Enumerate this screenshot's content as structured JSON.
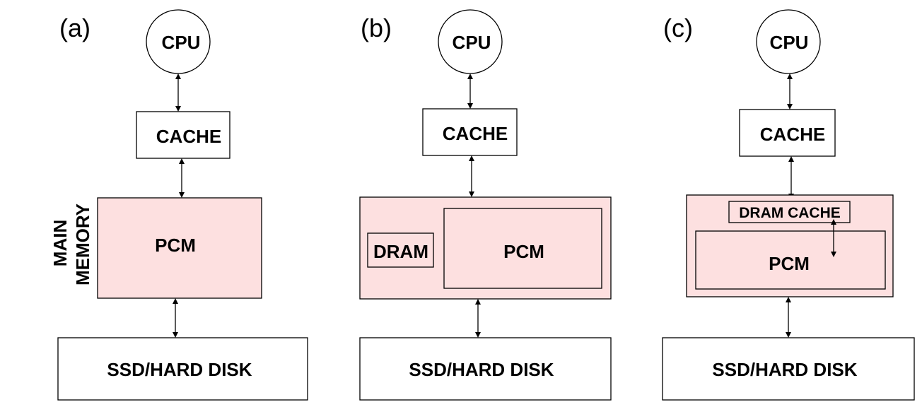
{
  "colors": {
    "memory_fill": "#fde0e0",
    "stroke": "#000000",
    "background": "#ffffff"
  },
  "panels": [
    {
      "label": "(a)",
      "cpu": "CPU",
      "cache": "CACHE",
      "main_memory_label": [
        "MAIN",
        "MEMORY"
      ],
      "pcm": "PCM",
      "storage": "SSD/HARD DISK"
    },
    {
      "label": "(b)",
      "cpu": "CPU",
      "cache": "CACHE",
      "dram": "DRAM",
      "pcm": "PCM",
      "storage": "SSD/HARD DISK"
    },
    {
      "label": "(c)",
      "cpu": "CPU",
      "cache": "CACHE",
      "dram_cache": "DRAM CACHE",
      "pcm": "PCM",
      "storage": "SSD/HARD DISK"
    }
  ]
}
